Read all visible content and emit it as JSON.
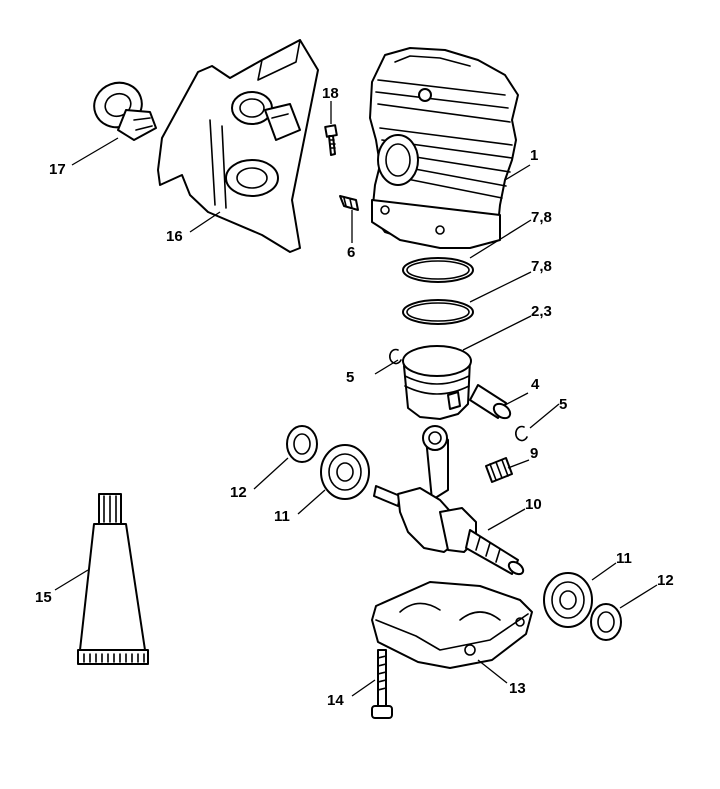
{
  "diagram": {
    "title": "",
    "callouts": [
      {
        "id": "c1",
        "text": "1"
      },
      {
        "id": "c2",
        "text": "7,8"
      },
      {
        "id": "c3",
        "text": "7,8"
      },
      {
        "id": "c4",
        "text": "2,3"
      },
      {
        "id": "c5",
        "text": "5"
      },
      {
        "id": "c6",
        "text": "4"
      },
      {
        "id": "c7",
        "text": "5"
      },
      {
        "id": "c8",
        "text": "9"
      },
      {
        "id": "c9",
        "text": "10"
      },
      {
        "id": "c10",
        "text": "11"
      },
      {
        "id": "c11",
        "text": "12"
      },
      {
        "id": "c12",
        "text": "11"
      },
      {
        "id": "c13",
        "text": "12"
      },
      {
        "id": "c14",
        "text": "13"
      },
      {
        "id": "c15",
        "text": "14"
      },
      {
        "id": "c16",
        "text": "15"
      },
      {
        "id": "c17",
        "text": "16"
      },
      {
        "id": "c18",
        "text": "17"
      },
      {
        "id": "c19",
        "text": "18"
      },
      {
        "id": "c20",
        "text": "6"
      }
    ]
  }
}
